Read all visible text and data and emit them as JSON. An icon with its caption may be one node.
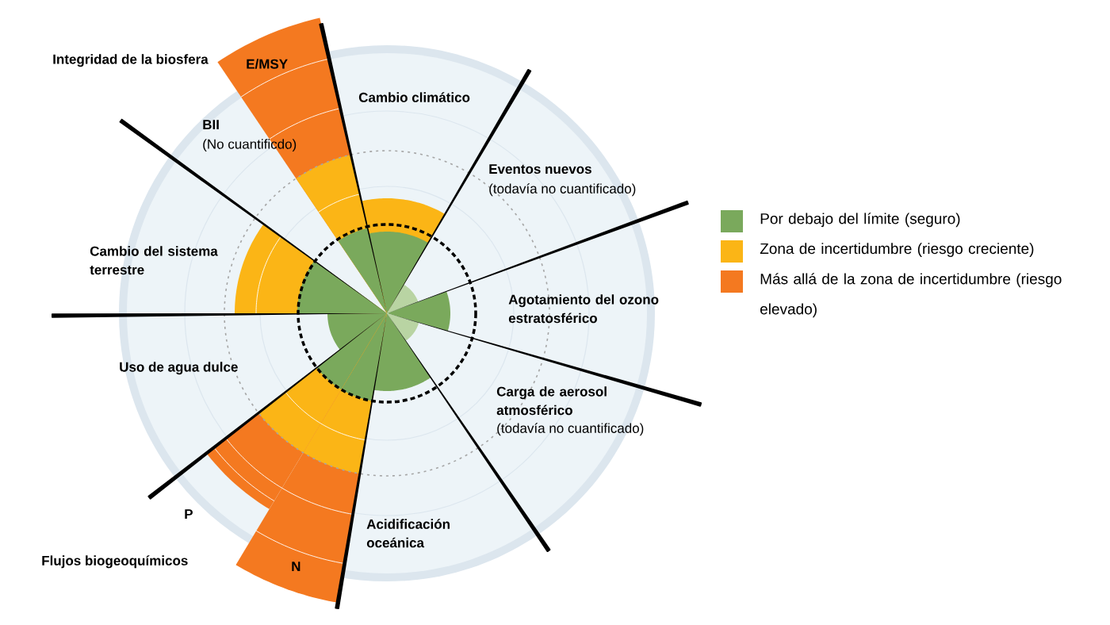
{
  "diagram": {
    "labels": [
      "Integridad de la biosfera",
      "E/MSY",
      "Cambio climático",
      "BII",
      "(No cuantificdo)",
      "Eventos nuevos",
      "(todavía no cuantificado)",
      "Cambio del sistema terrestre",
      "Agotamiento del ozono estratosférico",
      "Uso de agua dulce",
      "Carga de aerosol atmosférico",
      "(todavía no cuantificado)",
      "P",
      "Acidificación oceánica",
      "Flujos biogeoquímicos",
      "N"
    ],
    "legend": [
      {
        "text": "Por debajo del límite (seguro)",
        "color": "#7aa95c"
      },
      {
        "text": "Zona de incertidumbre (riesgo creciente)",
        "color": "#fbb516"
      },
      {
        "text": "Más allá de la zona de incertidumbre (riesgo elevado)",
        "color": "#f47920"
      }
    ]
  }
}
